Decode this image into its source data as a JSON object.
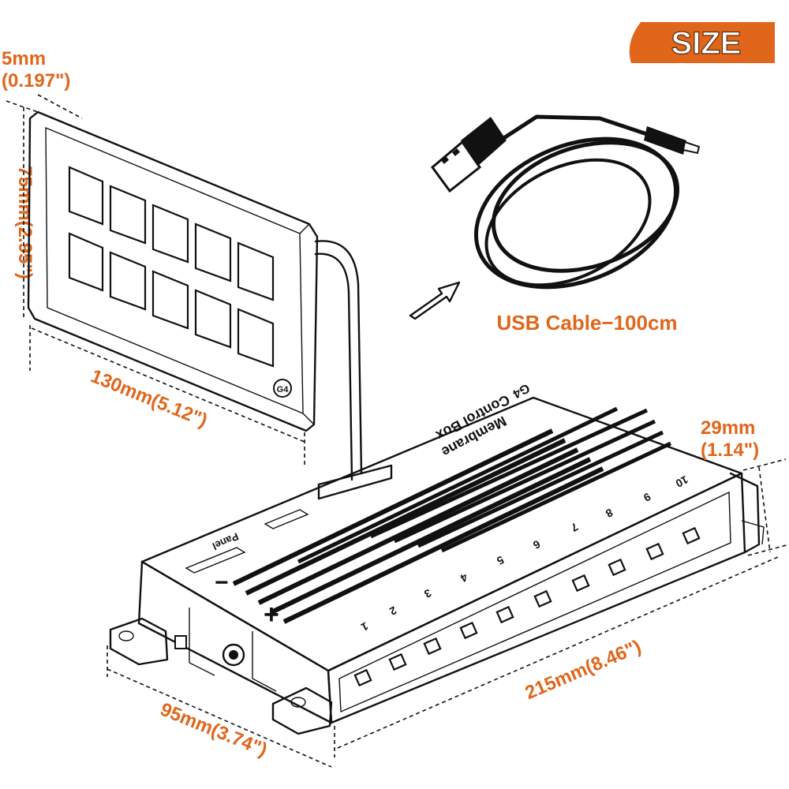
{
  "badge": {
    "label": "SIZE",
    "color": "#e0661c"
  },
  "dimensions": {
    "thickness": {
      "mm": "5mm",
      "inch": "(0.197\")"
    },
    "panel_height": "75mm(2.95\")",
    "panel_width": "130mm(5.12\")",
    "box_height": {
      "mm": "29mm",
      "inch": "(1.14\")"
    },
    "box_width": "95mm(3.74\")",
    "box_length": "215mm(8.46\")"
  },
  "accessory": {
    "label": "USB Cable−100cm"
  },
  "control_box": {
    "title_line1": "Membrane",
    "title_line2": "Control Box",
    "model": "G4",
    "panel_port": "Panel",
    "channels": [
      "1",
      "2",
      "3",
      "4",
      "5",
      "6",
      "7",
      "8",
      "9",
      "10"
    ],
    "polarity_plus": "+",
    "polarity_minus": "−"
  },
  "switch_panel": {
    "button_count": 10,
    "logo": "G4"
  },
  "accent_color": "#e0661c"
}
